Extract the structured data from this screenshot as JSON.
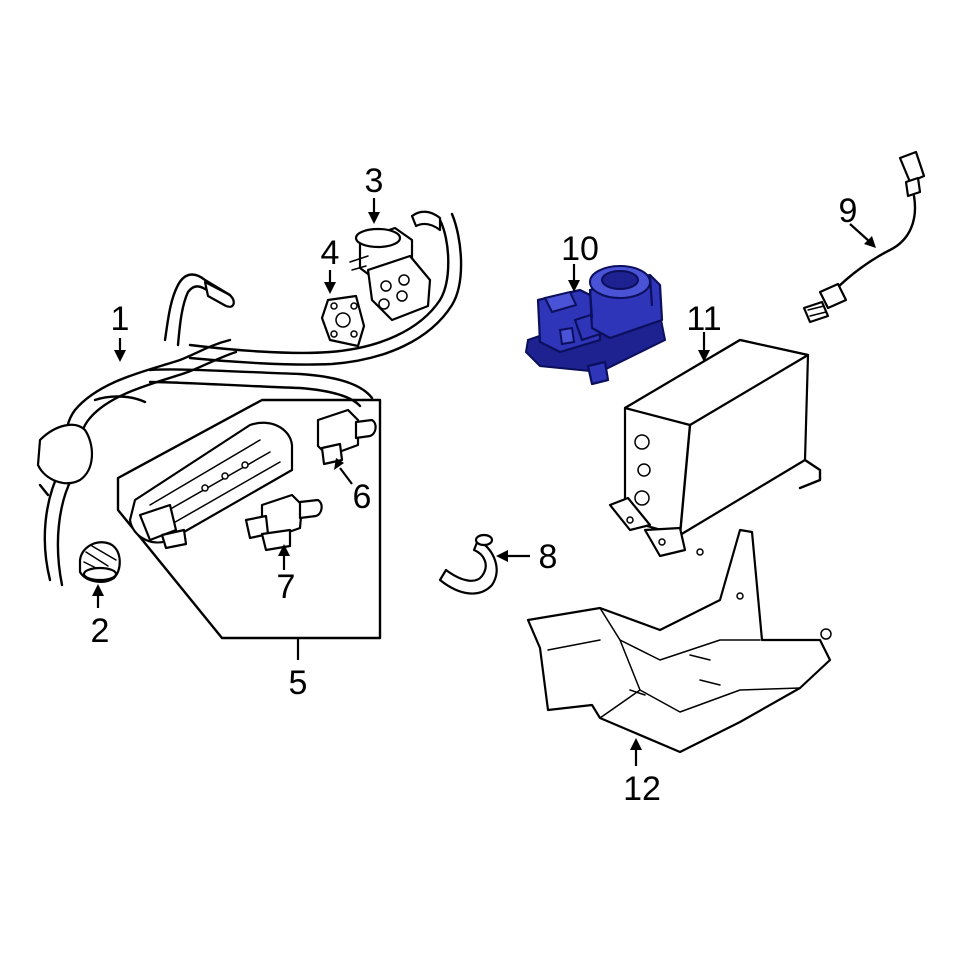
{
  "diagram": {
    "highlight_color": "#2f35b8",
    "callouts": [
      {
        "id": "1",
        "label": "1"
      },
      {
        "id": "2",
        "label": "2"
      },
      {
        "id": "3",
        "label": "3"
      },
      {
        "id": "4",
        "label": "4"
      },
      {
        "id": "5",
        "label": "5"
      },
      {
        "id": "6",
        "label": "6"
      },
      {
        "id": "7",
        "label": "7"
      },
      {
        "id": "8",
        "label": "8"
      },
      {
        "id": "9",
        "label": "9"
      },
      {
        "id": "10",
        "label": "10"
      },
      {
        "id": "11",
        "label": "11"
      },
      {
        "id": "12",
        "label": "12"
      }
    ]
  }
}
